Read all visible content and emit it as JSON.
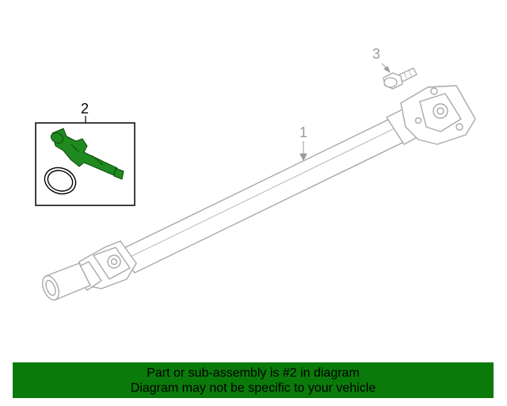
{
  "callouts": {
    "driveshaft": "1",
    "kit": "2",
    "bolt": "3"
  },
  "banner": {
    "line1": "Part or sub-assembly is #2 in diagram",
    "line2": "Diagram may not be specific to your vehicle",
    "bg_color": "#0a7a0a"
  },
  "colors": {
    "highlight": "#1f8a1f",
    "outline": "#a8a8a8",
    "ink": "#000000"
  },
  "icons": [
    "driveshaft-icon",
    "joint-pin-icon",
    "o-ring-icon",
    "flange-bolt-icon"
  ]
}
